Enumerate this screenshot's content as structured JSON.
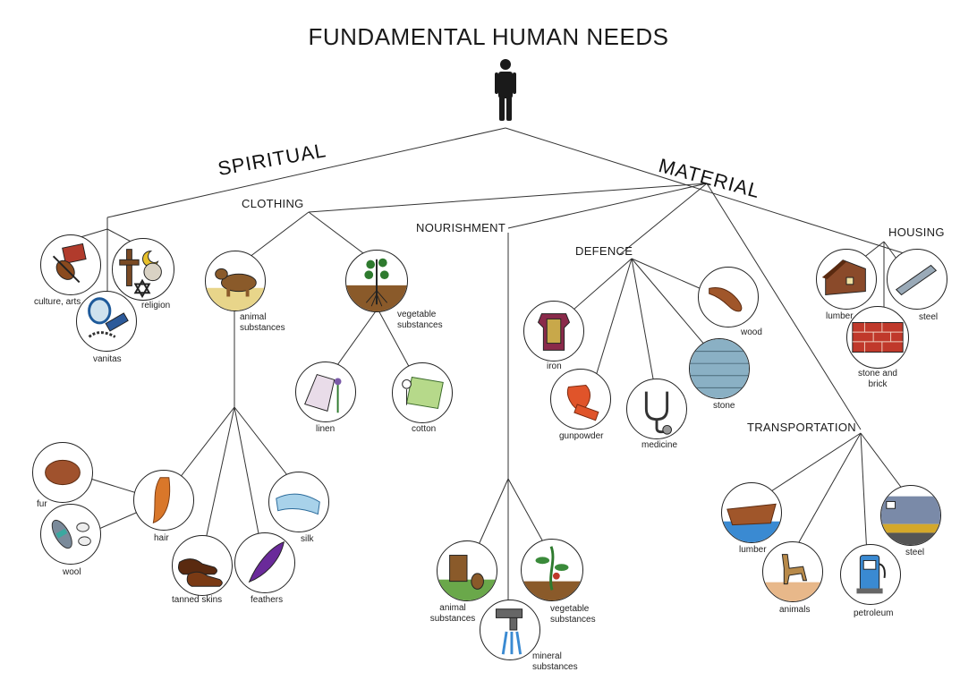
{
  "title": "FUNDAMENTAL HUMAN NEEDS",
  "branches": {
    "spiritual": "SPIRITUAL",
    "material": "MATERIAL"
  },
  "categories": {
    "clothing": "CLOTHING",
    "nourishment": "NOURISHMENT",
    "defence": "DEFENCE",
    "housing": "HOUSING",
    "transportation": "TRANSPORTATION"
  },
  "spiritual_items": {
    "culture": "culture, arts",
    "religion": "religion",
    "vanitas": "vanitas"
  },
  "clothing_items": {
    "animal_substances": "animal substances",
    "vegetable_substances": "vegetable substances",
    "linen": "linen",
    "cotton": "cotton",
    "fur": "fur",
    "wool": "wool",
    "hair": "hair",
    "tanned_skins": "tanned skins",
    "feathers": "feathers",
    "silk": "silk"
  },
  "nourishment_items": {
    "animal_substances": "animal substances",
    "vegetable_substances": "vegetable substances",
    "mineral_substances": "mineral substances"
  },
  "defence_items": {
    "iron": "iron",
    "gunpowder": "gunpowder",
    "medicine": "medicine",
    "stone": "stone",
    "wood": "wood"
  },
  "housing_items": {
    "lumber": "lumber",
    "steel": "steel",
    "stone_brick": "stone and brick"
  },
  "transportation_items": {
    "lumber": "lumber",
    "animals": "animals",
    "petroleum": "petroleum",
    "steel": "steel"
  },
  "icons": {
    "person": "person-silhouette-icon",
    "culture": "book-violin-icon",
    "religion": "cross-star-icon",
    "vanitas": "mirror-comb-icon",
    "animal": "cow-icon",
    "vegetable": "plant-roots-icon",
    "linen": "linen-cloth-icon",
    "cotton": "cotton-fabric-icon",
    "fur": "fur-hat-icon",
    "wool": "wool-skein-icon",
    "hair": "hair-lock-icon",
    "tanned_skins": "leather-shoes-icon",
    "feathers": "feather-icon",
    "silk": "silk-bolt-icon",
    "mineral": "water-tap-icon",
    "iron": "armor-icon",
    "gunpowder": "powder-keg-icon",
    "medicine": "stethoscope-icon",
    "stone": "stone-tower-icon",
    "wood": "wooden-club-icon",
    "house": "log-cabin-icon",
    "girder": "steel-girder-icon",
    "brick": "brick-wall-icon",
    "boat": "wooden-boat-icon",
    "camel": "camel-icon",
    "pump": "fuel-pump-icon",
    "train": "train-icon"
  }
}
